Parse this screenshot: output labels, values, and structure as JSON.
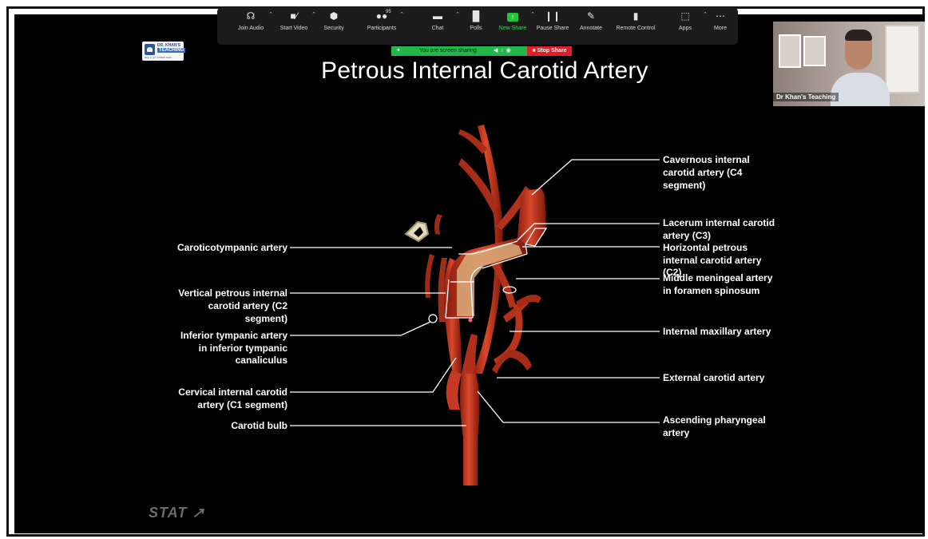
{
  "toolbar": {
    "items": [
      {
        "label": "Join Audio",
        "icon": "headphones-icon"
      },
      {
        "label": "Start Video",
        "icon": "video-off-icon"
      },
      {
        "label": "Security",
        "icon": "shield-icon"
      },
      {
        "label": "Participants",
        "icon": "people-icon",
        "count": "95"
      },
      {
        "label": "Chat",
        "icon": "chat-icon"
      },
      {
        "label": "Polls",
        "icon": "polls-icon"
      },
      {
        "label": "New Share",
        "icon": "share-icon"
      },
      {
        "label": "Pause Share",
        "icon": "pause-icon"
      },
      {
        "label": "Annotate",
        "icon": "pen-icon"
      },
      {
        "label": "Remote Control",
        "icon": "mouse-icon"
      },
      {
        "label": "Apps",
        "icon": "apps-icon"
      },
      {
        "label": "More",
        "icon": "more-icon"
      }
    ]
  },
  "sharing": {
    "status": "You are screen sharing",
    "stop_label": "Stop Share",
    "color_bar": "#21b849",
    "color_stop": "#e21e25"
  },
  "logo": {
    "line1": "DR. KHAN'S",
    "line2": "TEACHING",
    "line3": "Best is out of MIMS Delhi"
  },
  "slide": {
    "title": "Petrous Internal Carotid Artery",
    "watermark": "STAT",
    "labels_left": [
      "Caroticotympanic artery",
      "Vertical petrous internal",
      "carotid artery (C2",
      "segment)",
      "Inferior tympanic artery",
      "in inferior tympanic",
      "canaliculus",
      "Cervical internal carotid",
      "artery (C1 segment)",
      "Carotid bulb"
    ],
    "labels_right": [
      "Cavernous internal",
      "carotid artery (C4",
      "segment)",
      "Lacerum internal carotid",
      "artery (C3)",
      "Horizontal petrous",
      "internal carotid artery",
      "(C2)",
      "Middle meningeal artery",
      "in foramen spinosum",
      "Internal maxillary artery",
      "External carotid artery",
      "Ascending pharyngeal",
      "artery"
    ]
  },
  "video": {
    "name": "Dr Khan's Teaching"
  }
}
